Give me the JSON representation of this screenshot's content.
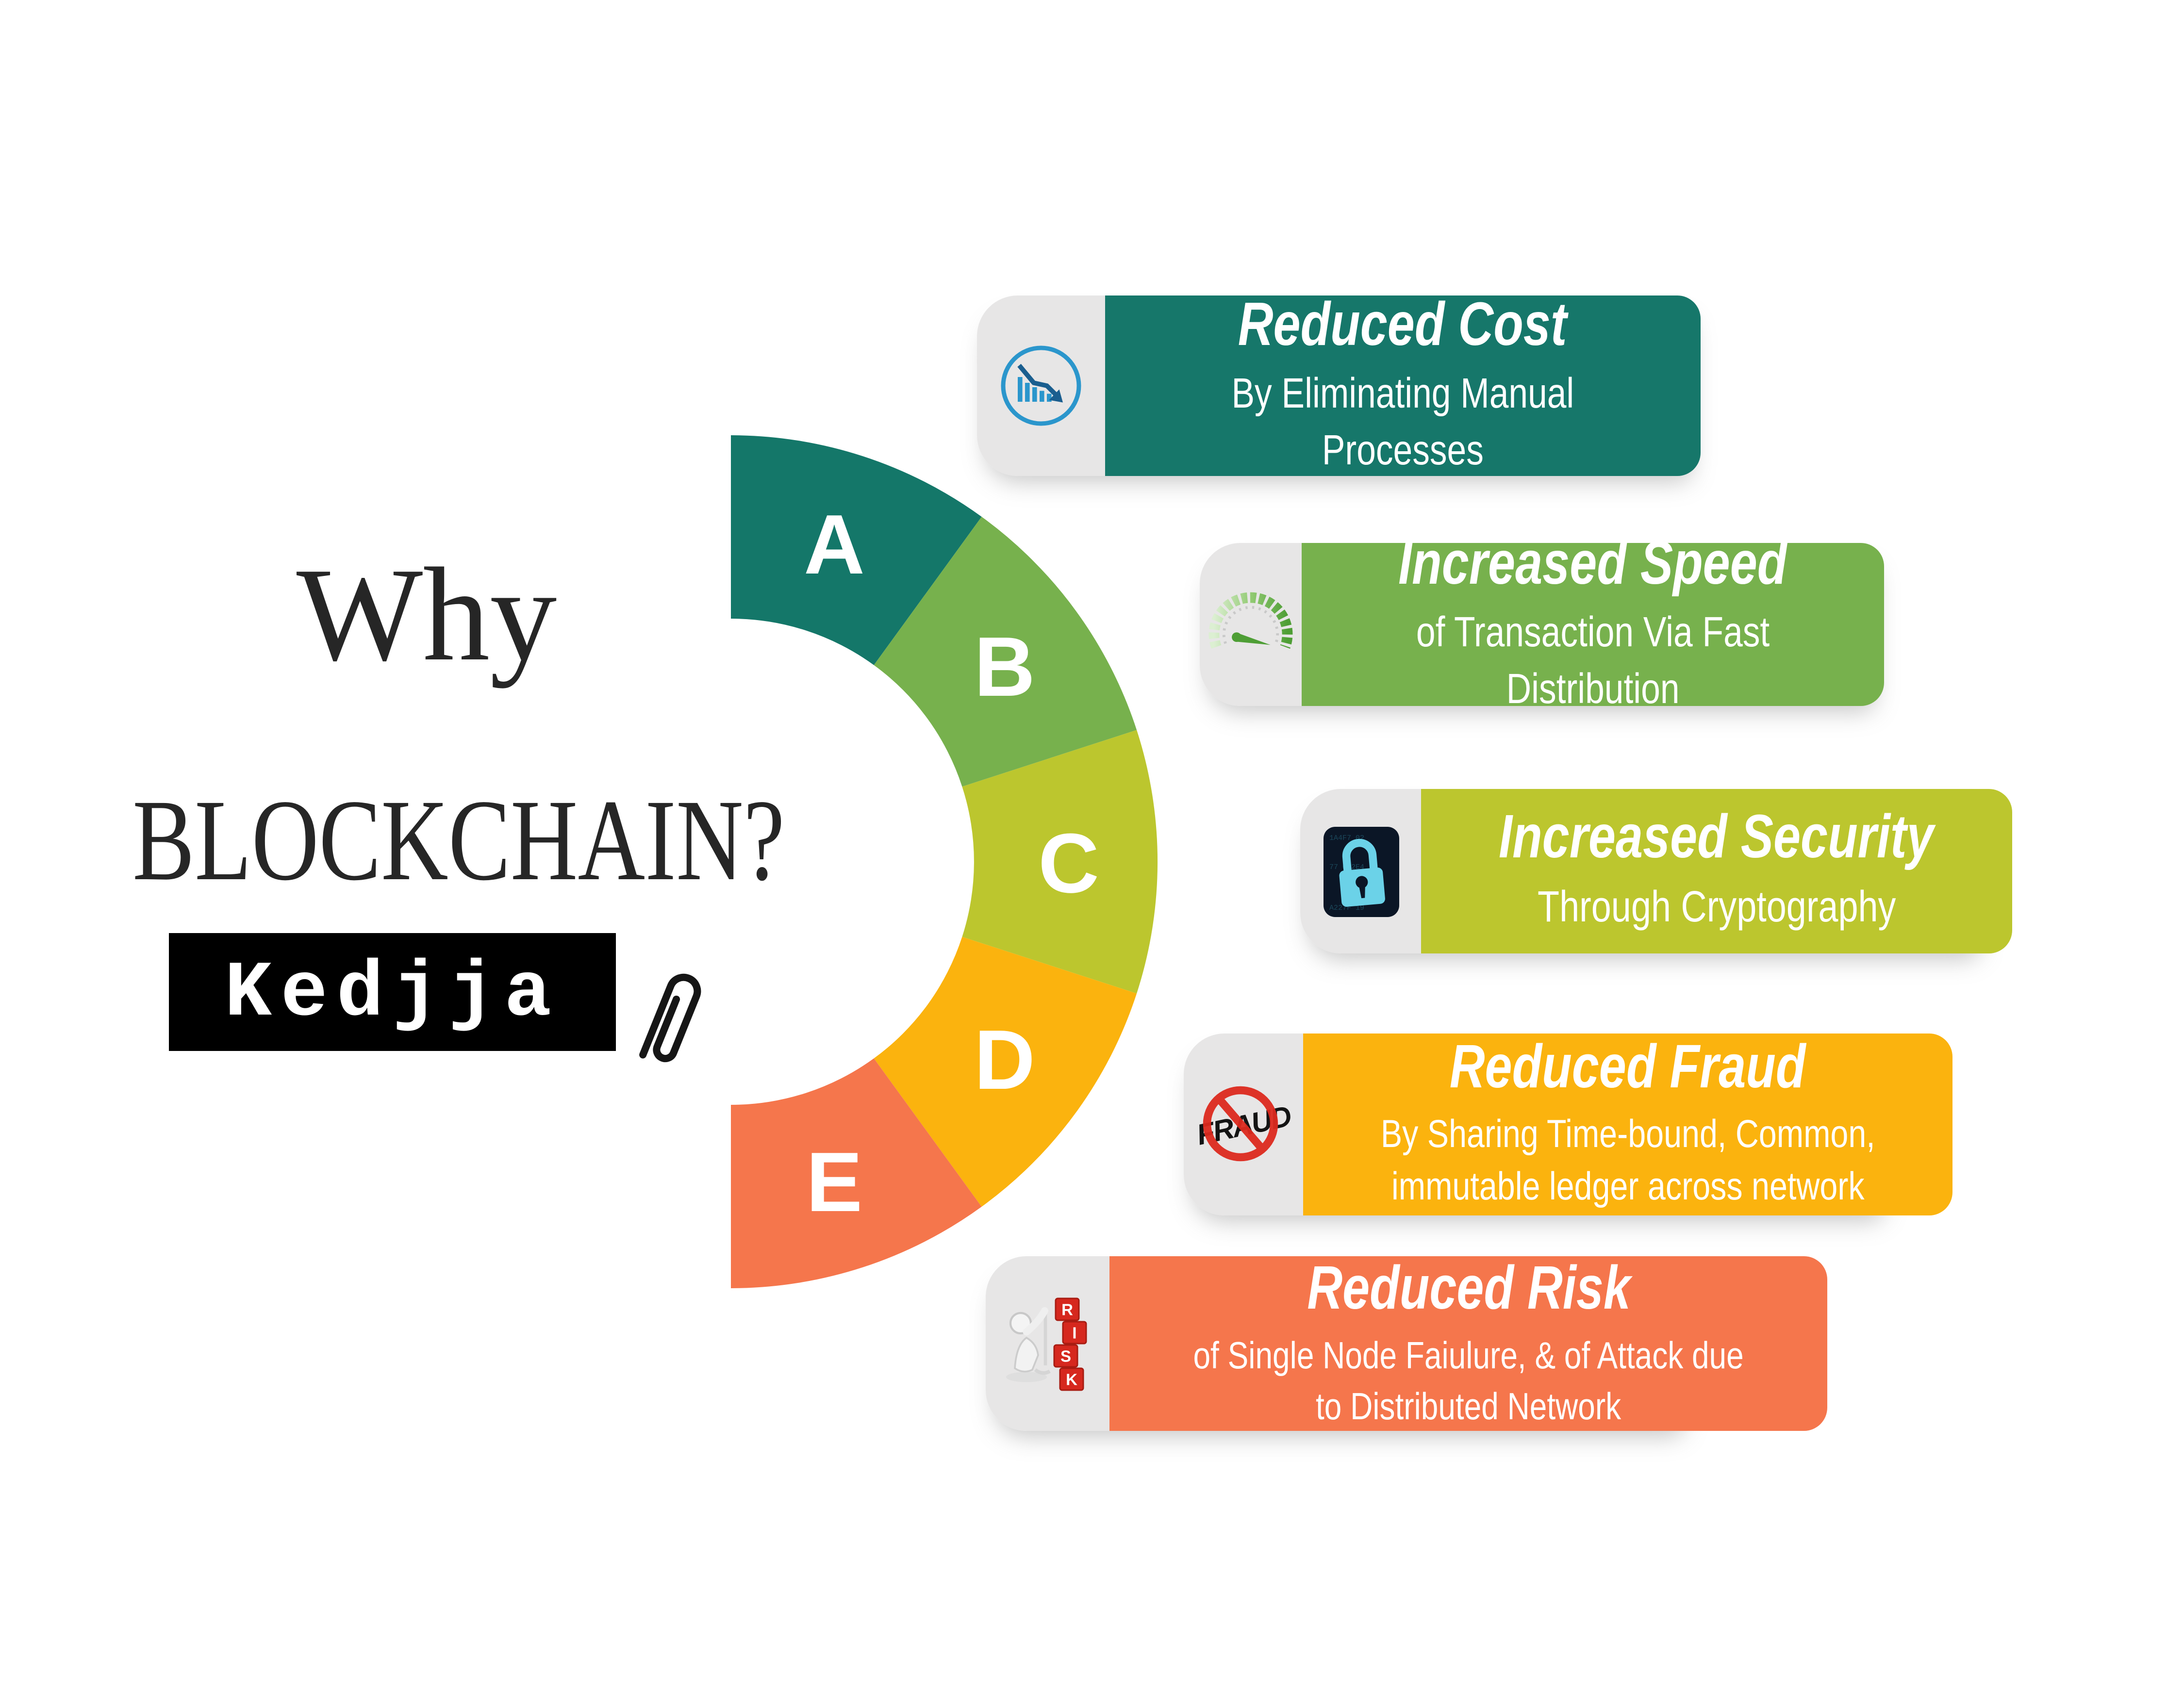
{
  "page": {
    "background": "#ffffff"
  },
  "title": {
    "line1": "Why",
    "line2": "BLOCKCHAIN?"
  },
  "logo": {
    "text": "Kedjja",
    "bg": "#000000",
    "color": "#ffffff",
    "icon": "paperclip-icon"
  },
  "donut": {
    "description": "half-donut with five lettered segments",
    "segments": [
      {
        "label": "A",
        "color": "#147769"
      },
      {
        "label": "B",
        "color": "#77B14D"
      },
      {
        "label": "C",
        "color": "#BCC62E"
      },
      {
        "label": "D",
        "color": "#FBB30E"
      },
      {
        "label": "E",
        "color": "#F5764C"
      }
    ]
  },
  "cards": [
    {
      "title": "Reduced Cost",
      "subtitle_line1": "By Eliminating Manual",
      "subtitle_line2": "Processes",
      "color": "#16776A",
      "icon": "declining-bar-chart",
      "icon_accent": "#2B96CC"
    },
    {
      "title": "Increased Speed",
      "subtitle_line1": "of Transaction Via Fast",
      "subtitle_line2": "Distribution",
      "color": "#77B14D",
      "icon": "speedometer-gauge",
      "icon_accent": "#4E9E35"
    },
    {
      "title": "Increased Security",
      "subtitle_line1": "Through Cryptography",
      "subtitle_line2": "",
      "color": "#BCC62E",
      "icon": "cyber-padlock",
      "icon_accent": "#6BD2E8"
    },
    {
      "title": "Reduced Fraud",
      "subtitle_line1": "By Sharing Time-bound, Common,",
      "subtitle_line2": "immutable ledger across network",
      "color": "#FBB30E",
      "icon": "fraud-prohibited-stamp",
      "icon_text": "FRAUD",
      "icon_accent": "#DD2A1E"
    },
    {
      "title": "Reduced Risk",
      "subtitle_line1": "of Single Node Faiulure, & of Attack due",
      "subtitle_line2": "to Distributed Network",
      "color": "#F5764C",
      "icon": "risk-blocks-figure",
      "icon_letters": [
        "R",
        "I",
        "S",
        "K"
      ],
      "icon_accent": "#D6281E"
    }
  ],
  "panel_bg": "#E7E6E6"
}
